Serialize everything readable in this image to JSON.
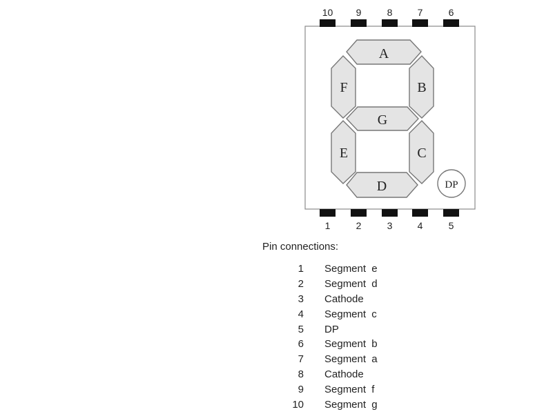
{
  "top_pins": [
    "10",
    "9",
    "8",
    "7",
    "6"
  ],
  "bottom_pins": [
    "1",
    "2",
    "3",
    "4",
    "5"
  ],
  "segments": [
    {
      "id": "a",
      "label": "A"
    },
    {
      "id": "b",
      "label": "B"
    },
    {
      "id": "c",
      "label": "C"
    },
    {
      "id": "d",
      "label": "D"
    },
    {
      "id": "e",
      "label": "E"
    },
    {
      "id": "f",
      "label": "F"
    },
    {
      "id": "g",
      "label": "G"
    }
  ],
  "decimal_point": {
    "label": "DP"
  },
  "colors": {
    "segment_fill": "#e4e4e4",
    "outline": "#777777",
    "pin": "#111111",
    "text": "#222222"
  },
  "pin_table": {
    "title": "Pin connections:",
    "rows": [
      {
        "pin": "1",
        "function": "Segment e"
      },
      {
        "pin": "2",
        "function": "Segment d"
      },
      {
        "pin": "3",
        "function": "Cathode"
      },
      {
        "pin": "4",
        "function": "Segment c"
      },
      {
        "pin": "5",
        "function": "DP"
      },
      {
        "pin": "6",
        "function": "Segment b"
      },
      {
        "pin": "7",
        "function": "Segment a"
      },
      {
        "pin": "8",
        "function": "Cathode"
      },
      {
        "pin": "9",
        "function": "Segment f"
      },
      {
        "pin": "10",
        "function": "Segment g"
      }
    ]
  }
}
